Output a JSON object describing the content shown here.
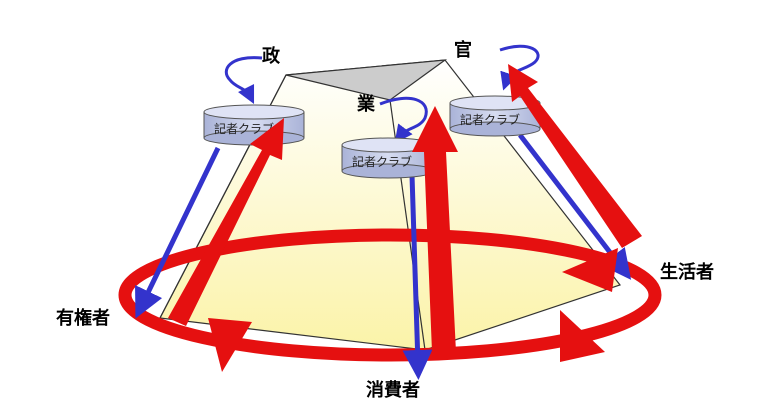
{
  "nodes": {
    "politics": "政",
    "bureaucracy": "官",
    "industry": "業",
    "consumer": "消費者",
    "voter": "有権者",
    "resident": "生活者"
  },
  "press_clubs": [
    {
      "label": "記者クラブ"
    },
    {
      "label": "記者クラブ"
    },
    {
      "label": "記者クラブ"
    }
  ],
  "colors": {
    "ring": "#ee1111",
    "blue_arrow": "#3333cc",
    "club_fill": "#c8cfe8",
    "cone_top": "#ffffff",
    "cone_bottom": "#fbf3a8"
  }
}
